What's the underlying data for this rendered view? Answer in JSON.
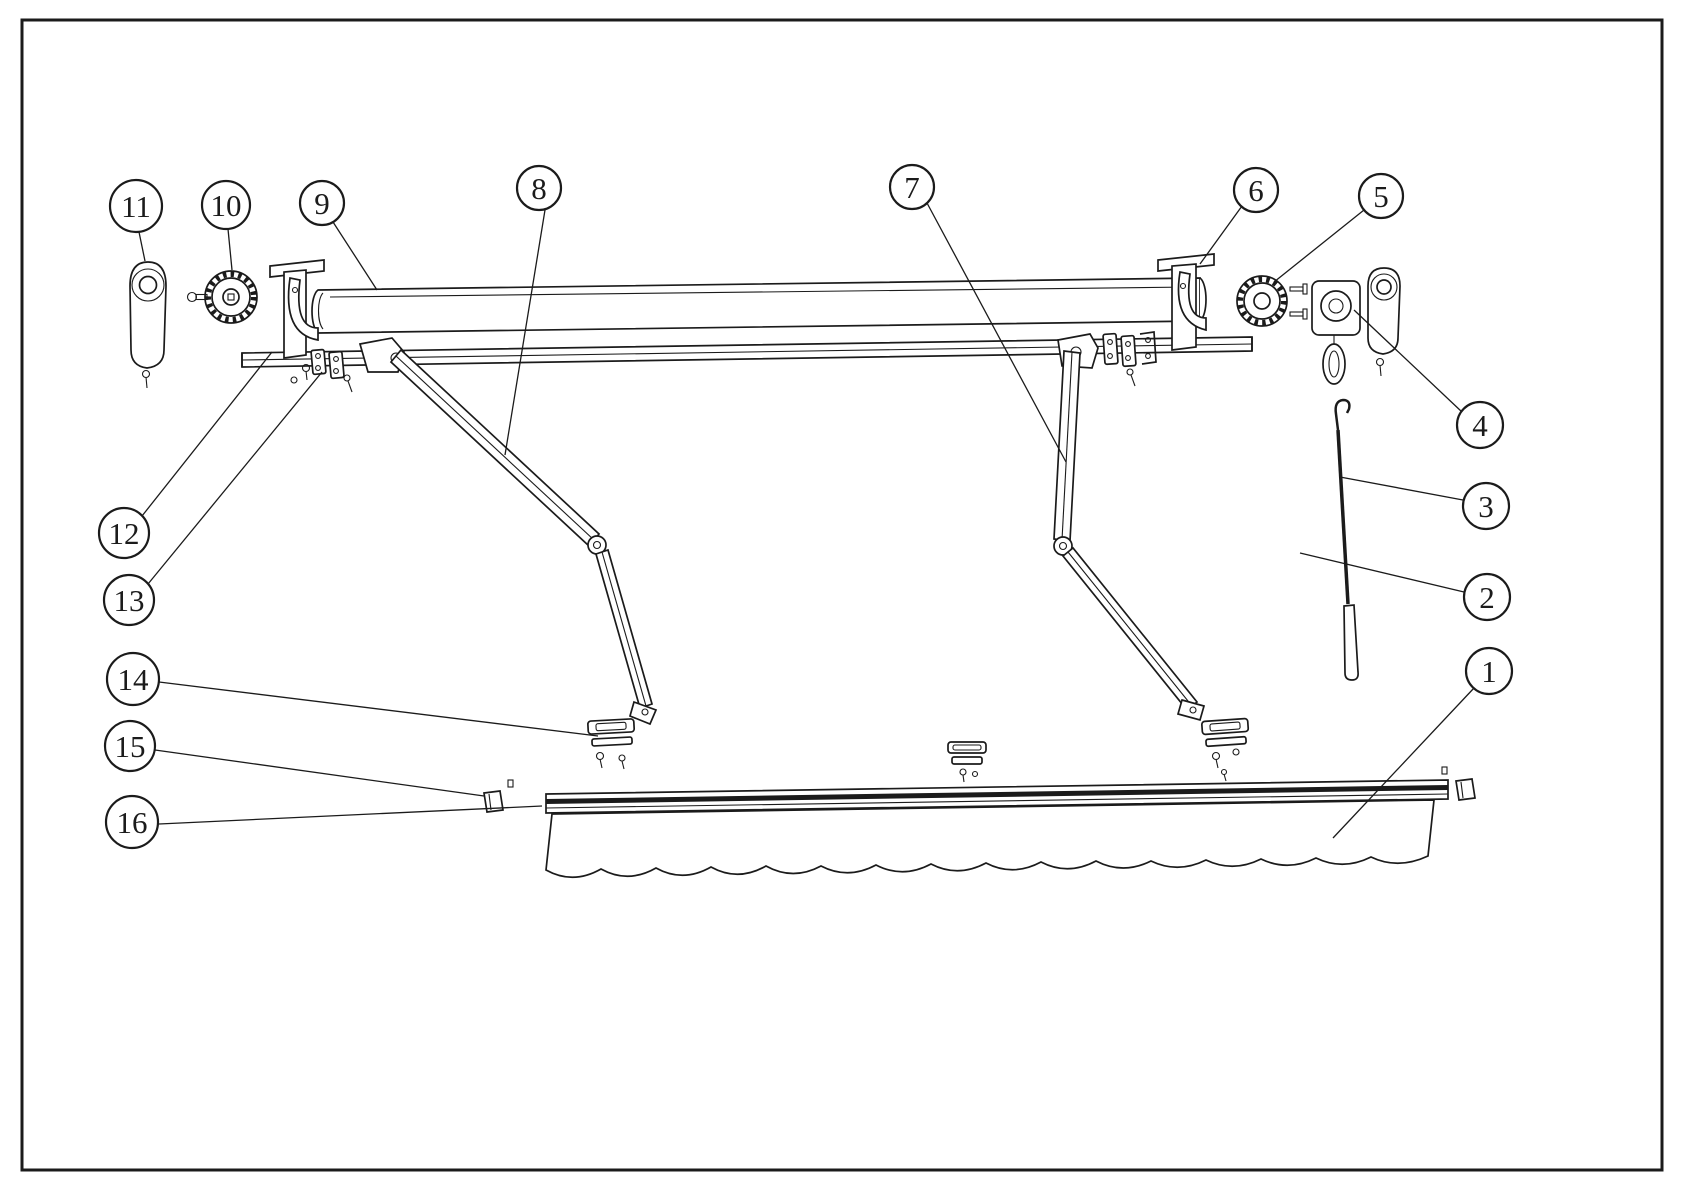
{
  "colors": {
    "line": "#1b1b1b",
    "background": "#ffffff"
  },
  "callouts": [
    {
      "label": "1"
    },
    {
      "label": "2"
    },
    {
      "label": "3"
    },
    {
      "label": "4"
    },
    {
      "label": "5"
    },
    {
      "label": "6"
    },
    {
      "label": "7"
    },
    {
      "label": "8"
    },
    {
      "label": "9"
    },
    {
      "label": "10"
    },
    {
      "label": "11"
    },
    {
      "label": "12"
    },
    {
      "label": "13"
    },
    {
      "label": "14"
    },
    {
      "label": "15"
    },
    {
      "label": "16"
    }
  ]
}
